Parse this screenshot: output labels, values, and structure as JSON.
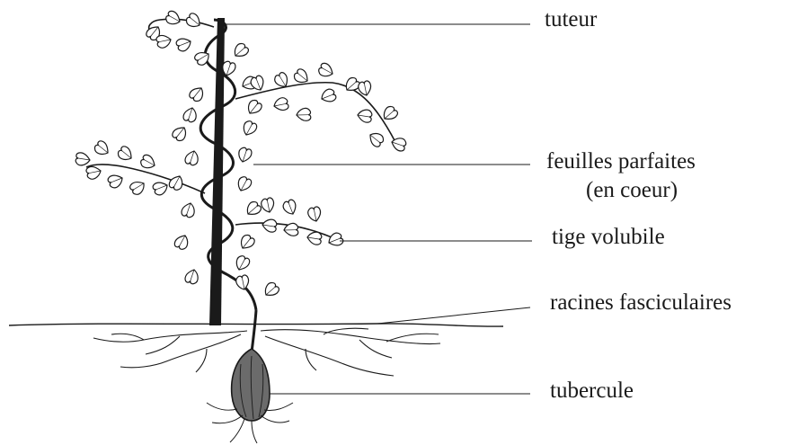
{
  "diagram": {
    "labels": {
      "tuteur": "tuteur",
      "feuilles_line1": "feuilles parfaites",
      "feuilles_line2": "(en coeur)",
      "tige": "tige volubile",
      "racines": "racines fasciculaires",
      "tubercule": "tubercule"
    },
    "colors": {
      "ink": "#1a1a1a",
      "background": "#ffffff"
    }
  }
}
